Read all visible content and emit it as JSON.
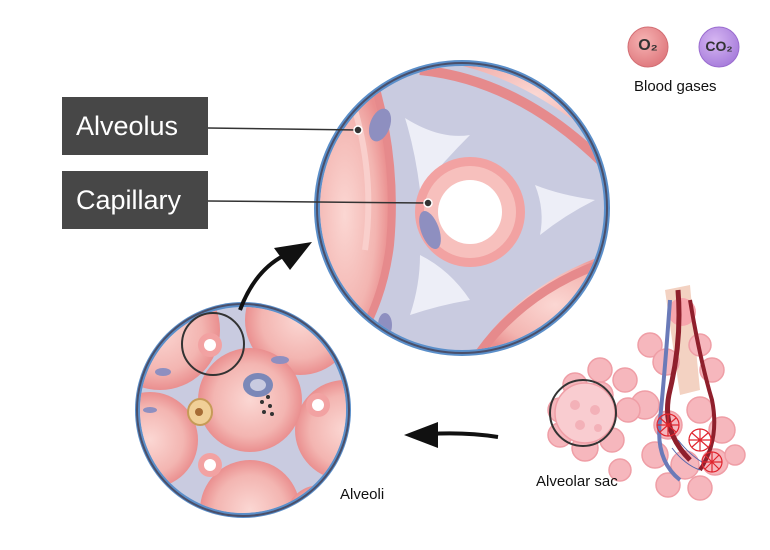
{
  "labels": {
    "alveolus": "Alveolus",
    "capillary": "Capillary"
  },
  "legend": {
    "o2": "O₂",
    "co2": "CO₂",
    "caption": "Blood gases"
  },
  "captions": {
    "alveoli": "Alveoli",
    "alveolar_sac": "Alveolar sac"
  },
  "colors": {
    "o2": "#e98a8e",
    "co2": "#b48ae0",
    "label_box": "#474747",
    "tissue": "#f2b6b2",
    "interstitium": "#c9cbe0",
    "rim": "#5b8fca"
  }
}
